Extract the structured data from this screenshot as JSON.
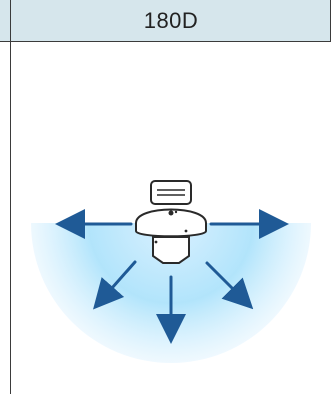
{
  "header": {
    "title": "180D"
  },
  "diagram": {
    "device": "camera-icon",
    "coverage_color": "#8fd3f4",
    "arrow_color": "#1f5a96",
    "arrows": [
      {
        "name": "left-arrow",
        "direction": "left"
      },
      {
        "name": "right-arrow",
        "direction": "right"
      },
      {
        "name": "down-left-arrow",
        "direction": "down-left"
      },
      {
        "name": "down-arrow",
        "direction": "down"
      },
      {
        "name": "down-right-arrow",
        "direction": "down-right"
      }
    ]
  }
}
